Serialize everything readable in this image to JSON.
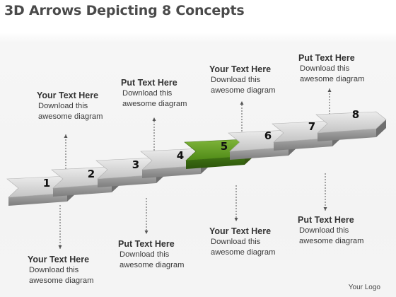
{
  "title": "3D Arrows Depicting 8 Concepts",
  "logo": "Your Logo",
  "highlight_color": "#5d9020",
  "arrows": [
    "1",
    "2",
    "3",
    "4",
    "5",
    "6",
    "7",
    "8"
  ],
  "callouts": [
    {
      "heading": "Your Text Here",
      "line1": "Download this",
      "line2": "awesome diagram"
    },
    {
      "heading": "Your Text Here",
      "line1": "Download this",
      "line2": "awesome diagram"
    },
    {
      "heading": "Put Text Here",
      "line1": "Download this",
      "line2": "awesome diagram"
    },
    {
      "heading": "Put Text Here",
      "line1": "Download this",
      "line2": "awesome diagram"
    },
    {
      "heading": "Your Text Here",
      "line1": "Download this",
      "line2": "awesome diagram"
    },
    {
      "heading": "Your Text Here",
      "line1": "Download this",
      "line2": "awesome diagram"
    },
    {
      "heading": "Put Text Here",
      "line1": "Download this",
      "line2": "awesome diagram"
    },
    {
      "heading": "Put Text Here",
      "line1": "Download this",
      "line2": "awesome diagram"
    }
  ]
}
